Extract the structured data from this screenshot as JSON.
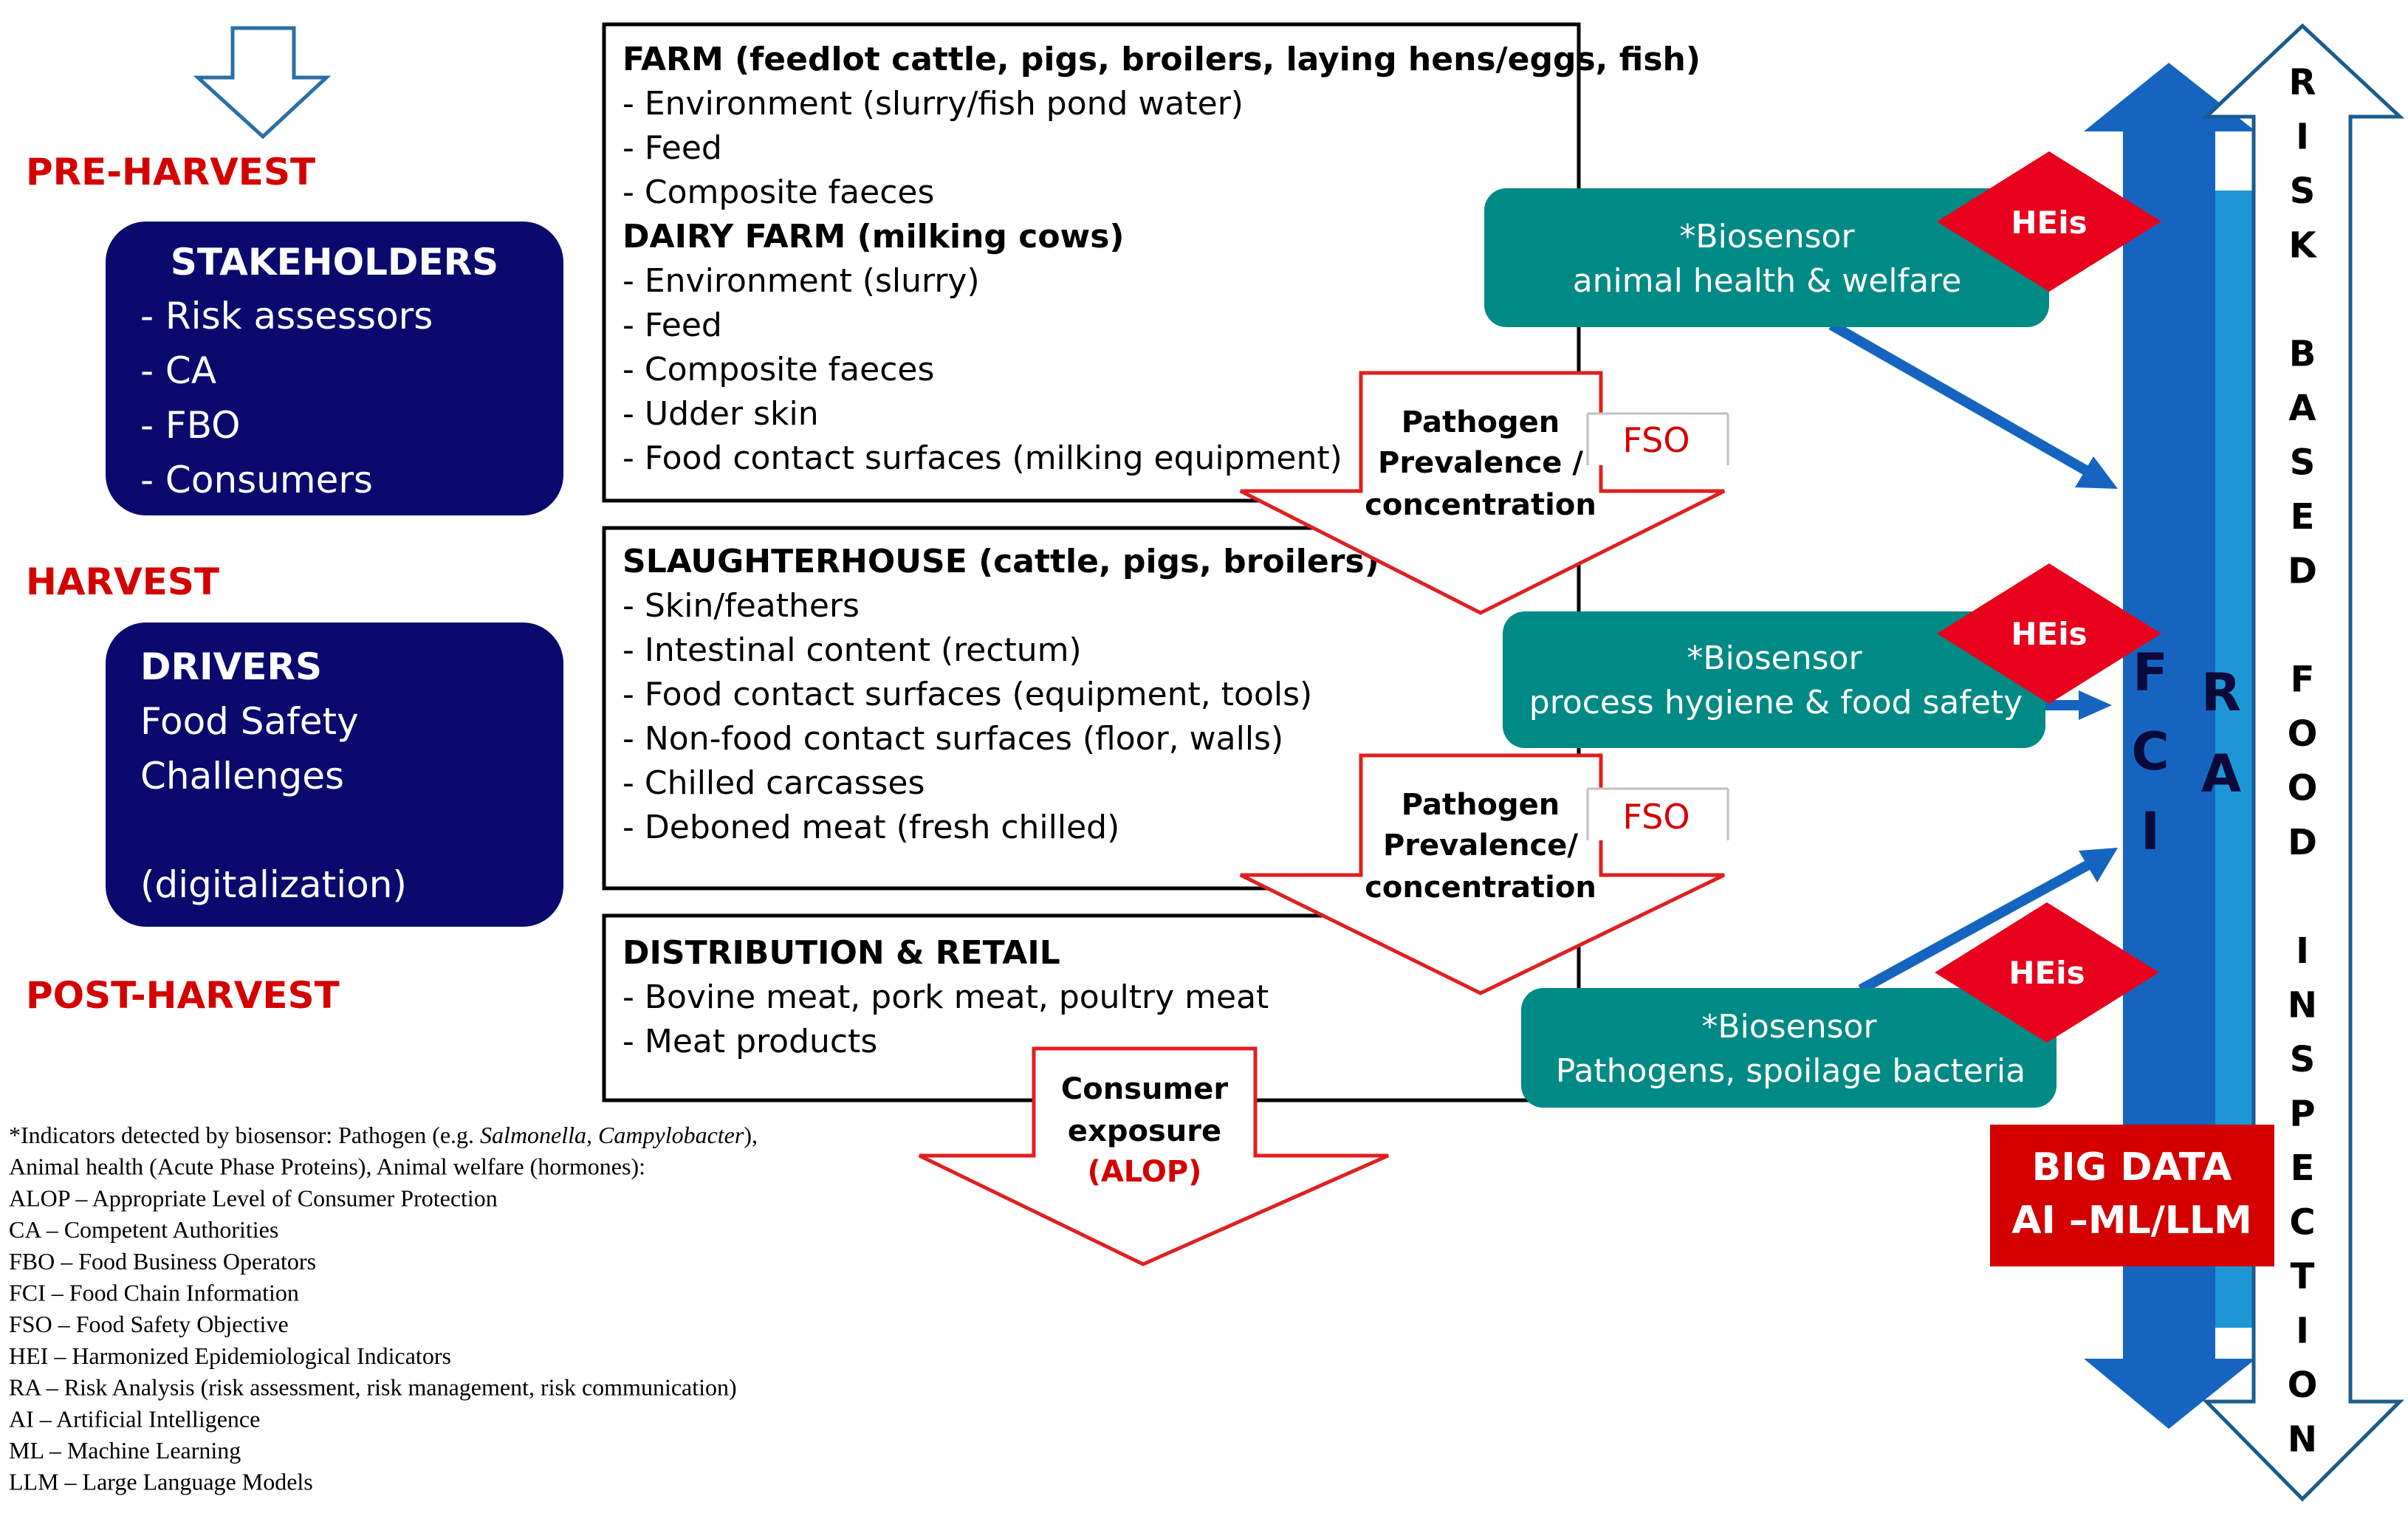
{
  "stages": {
    "pre_harvest": "PRE-HARVEST",
    "harvest": "HARVEST",
    "post_harvest": "POST-HARVEST"
  },
  "stakeholders": {
    "title": "STAKEHOLDERS",
    "items": [
      "- Risk assessors",
      "- CA",
      "- FBO",
      "- Consumers"
    ]
  },
  "drivers": {
    "title": "DRIVERS",
    "lines": [
      "Food Safety",
      "Challenges",
      "(digitalization)"
    ]
  },
  "farm": {
    "title": "FARM (feedlot cattle, pigs, broilers, laying hens/eggs, fish)",
    "items": [
      "- Environment (slurry/fish pond water)",
      "- Feed",
      "- Composite faeces"
    ],
    "dairy_title": "DAIRY FARM (milking cows)",
    "dairy_items": [
      "- Environment (slurry)",
      "- Feed",
      "- Composite faeces",
      "- Udder skin",
      "- Food contact surfaces (milking equipment)"
    ]
  },
  "slaughterhouse": {
    "title": "SLAUGHTERHOUSE (cattle, pigs, broilers)",
    "items": [
      "- Skin/feathers",
      "- Intestinal content (rectum)",
      "- Food contact surfaces (equipment, tools)",
      "- Non-food contact surfaces (floor, walls)",
      "- Chilled carcasses",
      "- Deboned meat (fresh chilled)"
    ]
  },
  "distribution": {
    "title": "DISTRIBUTION & RETAIL",
    "items": [
      "- Bovine meat, pork meat, poultry meat",
      "- Meat products"
    ]
  },
  "down_arrow_1": {
    "lines": [
      "Pathogen",
      "Prevalence /",
      "concentration"
    ],
    "fso": "FSO"
  },
  "down_arrow_2": {
    "lines": [
      "Pathogen",
      "Prevalence/",
      "concentration"
    ],
    "fso": "FSO"
  },
  "consumer_arrow": {
    "lines": [
      "Consumer",
      "exposure"
    ],
    "alop": "(ALOP)"
  },
  "biosensors": [
    {
      "line1": "*Biosensor",
      "line2": "animal health & welfare",
      "hei": "HEis"
    },
    {
      "line1": "*Biosensor",
      "line2": "process hygiene & food safety",
      "hei": "HEis"
    },
    {
      "line1": "*Biosensor",
      "line2": "Pathogens, spoilage bacteria",
      "hei": "HEis"
    }
  ],
  "fci_letters": [
    "F",
    "C",
    "I"
  ],
  "ra_letters": [
    "R",
    "A"
  ],
  "big_data": [
    "BIG DATA",
    "AI –ML/LLM"
  ],
  "risk_based_letters": [
    "R",
    "I",
    "S",
    "K",
    "B",
    "A",
    "S",
    "E",
    "D",
    "F",
    "O",
    "O",
    "D",
    "I",
    "N",
    "S",
    "P",
    "E",
    "C",
    "T",
    "I",
    "O",
    "N"
  ],
  "footnotes": [
    {
      "term": "",
      "text": "*Indicators detected by biosensor: Pathogen (e.g. ",
      "italic1": "Salmonella",
      "sep": ", ",
      "italic2": "Campylobacter",
      "tail": "),"
    },
    {
      "term": "",
      "text": "Animal health (Acute Phase Proteins), Animal welfare (hormones):"
    },
    {
      "term": "ALOP",
      "text": " – Appropriate Level of Consumer Protection"
    },
    {
      "term": "CA",
      "text": " – Competent Authorities"
    },
    {
      "term": "FBO",
      "text": " – Food Business Operators"
    },
    {
      "term": "FCI",
      "text": " – Food Chain Information"
    },
    {
      "term": "FSO",
      "text": " – Food Safety Objective"
    },
    {
      "term": "HEI",
      "text": " – Harmonized Epidemiological Indicators"
    },
    {
      "term": "RA",
      "text": " – Risk Analysis (risk assessment, risk management, risk communication)"
    },
    {
      "term": "AI",
      "text": " – Artificial Intelligence"
    },
    {
      "term": "ML",
      "text": " – Machine Learning"
    },
    {
      "term": "LLM",
      "text": " – Large Language Models"
    }
  ],
  "colors": {
    "red": "#d40000",
    "navy": "#0a0a6e",
    "teal": "#008a85",
    "blue": "#1565c0",
    "light_blue": "#1e96d6",
    "arrow_outline": "#1a5c8c"
  }
}
